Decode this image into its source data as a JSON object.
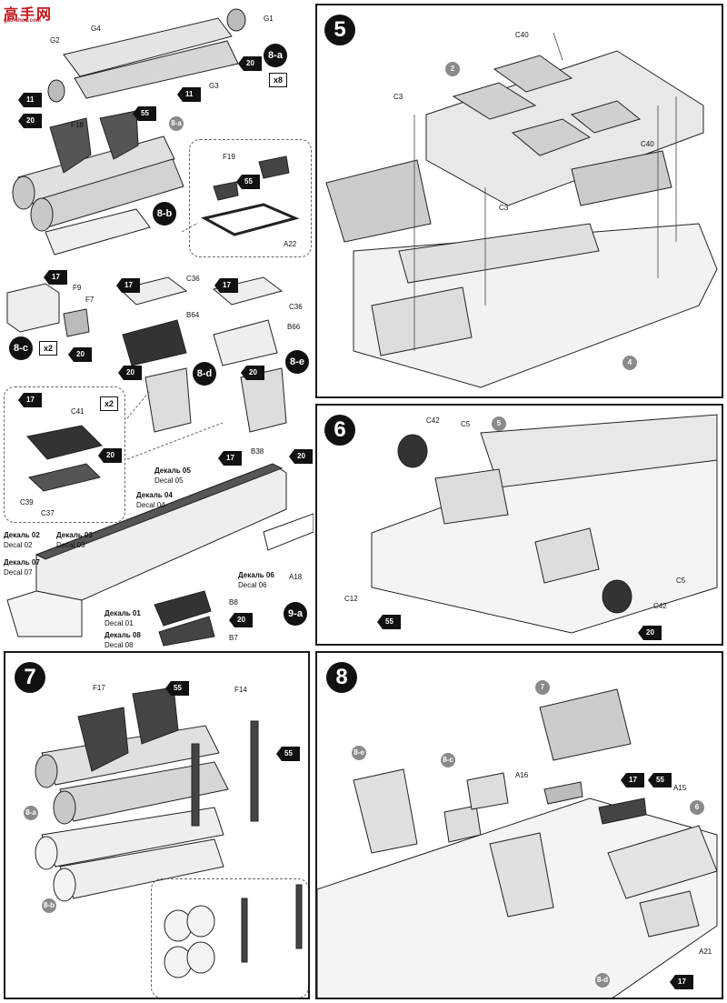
{
  "logo": {
    "chinese": "高手网",
    "url": "gao-shou.com"
  },
  "steps": {
    "s5": "5",
    "s6": "6",
    "s7": "7",
    "s8": "8"
  },
  "subassemblies": {
    "a": "8-a",
    "b": "8-b",
    "c": "8-c",
    "d": "8-d",
    "e": "8-e",
    "f": "9-a"
  },
  "quantities": {
    "x8": "x8",
    "x2a": "x2",
    "x2b": "x2"
  },
  "part_labels": {
    "G1": "G1",
    "G2": "G2",
    "G3": "G3",
    "G4": "G4",
    "F18": "F18",
    "F19": "F19",
    "A22": "A22",
    "F9": "F9",
    "F7": "F7",
    "C36a": "C36",
    "B64": "B64",
    "C36b": "C36",
    "B66": "B66",
    "C41": "C41",
    "C39": "C39",
    "C37": "C37",
    "B38": "B38",
    "A18": "A18",
    "B8": "B8",
    "B7": "B7",
    "C40a": "C40",
    "C3a": "C3",
    "C40b": "C40",
    "C3b": "C3",
    "C42a": "C42",
    "C5a": "C5",
    "C12": "C12",
    "C5b": "C5",
    "C42b": "C42",
    "F17": "F17",
    "F14": "F14",
    "A16": "A16",
    "A15": "A15",
    "A21": "A21"
  },
  "decals": {
    "d05ru": "Декаль 05",
    "d05": "Decal 05",
    "d04ru": "Декаль 04",
    "d04": "Decal 04",
    "d02ru": "Декаль 02",
    "d02": "Decal 02",
    "d03ru": "Декаль 03",
    "d03": "Decal 03",
    "d07ru": "Декаль 07",
    "d07": "Decal 07",
    "d06ru": "Декаль 06",
    "d06": "Decal 06",
    "d01ru": "Декаль 01",
    "d01": "Decal 01",
    "d08ru": "Декаль 08",
    "d08": "Decal 08"
  },
  "paints": {
    "p20a": "20",
    "p11a": "11",
    "p11b": "11",
    "p20b": "20",
    "p55a": "55",
    "p55b": "55",
    "p17a": "17",
    "p20c": "20",
    "p17b": "17",
    "p20d": "20",
    "p17c": "17",
    "p20e": "20",
    "p17d": "17",
    "p20f": "20",
    "p20g": "20",
    "p55c": "55",
    "p20h": "20",
    "p55d": "55",
    "p55e": "55",
    "p17e": "17",
    "p55f": "55",
    "p17f": "17"
  },
  "refs": {
    "r8a": "8-a",
    "r2": "2",
    "r4": "4",
    "r5": "5",
    "r8a2": "8-a",
    "r8b2": "8-b",
    "r7": "7",
    "r8e": "8-e",
    "r8c": "8-c",
    "r6": "6",
    "r8d": "8-d"
  },
  "colors": {
    "logo_red": "#c0171d",
    "panel_border": "#1a1a1a",
    "ref_grey": "#8a8a8a",
    "part_grey": "#d8d8d8"
  },
  "icons": [
    "paint-flag-icon",
    "step-number-icon",
    "reference-circle-icon"
  ]
}
